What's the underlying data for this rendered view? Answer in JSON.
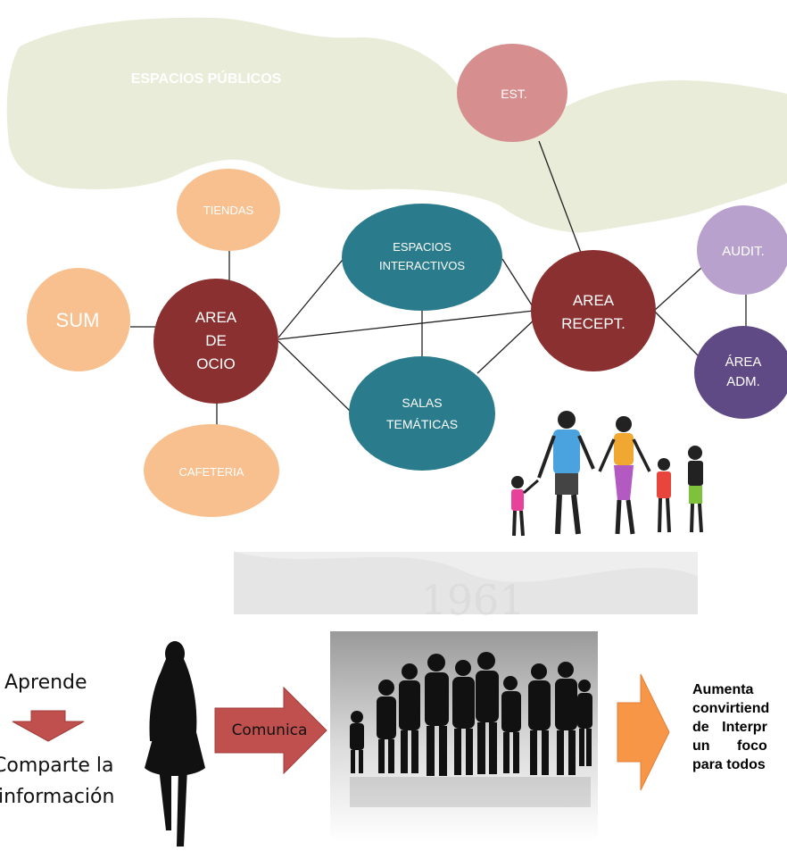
{
  "diagram": {
    "zone": "ESPACIOS PÚBLICOS",
    "nodes": {
      "est": "EST.",
      "tiendas": "TIENDAS",
      "sum": "SUM",
      "area_ocio": [
        "AREA",
        "DE",
        "OCIO"
      ],
      "cafeteria": "CAFETERIA",
      "espacios_interactivos": [
        "ESPACIOS",
        "INTERACTIVOS"
      ],
      "salas_tematicas": [
        "SALAS",
        "TEMÁTICAS"
      ],
      "area_recept": [
        "AREA",
        "RECEPT."
      ],
      "audit": "AUDIT.",
      "area_adm": [
        "ÁREA",
        "ADM."
      ]
    },
    "watermark": "1961",
    "colors": {
      "zone": "#e8ecd8",
      "est": "#d68e8e",
      "peach": "#f8c08e",
      "dark_red": "#8b3030",
      "teal": "#2a7c8c",
      "lilac": "#b8a2cd",
      "purple": "#5f4a85"
    }
  },
  "flow": {
    "learn": "Aprende",
    "share_line1": "Comparte la",
    "share_line2": "información",
    "communicate": "Comunica",
    "benefit_lines": [
      "Aumenta",
      "convirtiend",
      "de Interpr",
      "un foco",
      "para todos"
    ],
    "colors": {
      "red_arrow": "#c0504d",
      "orange_arrow": "#f79646"
    }
  }
}
